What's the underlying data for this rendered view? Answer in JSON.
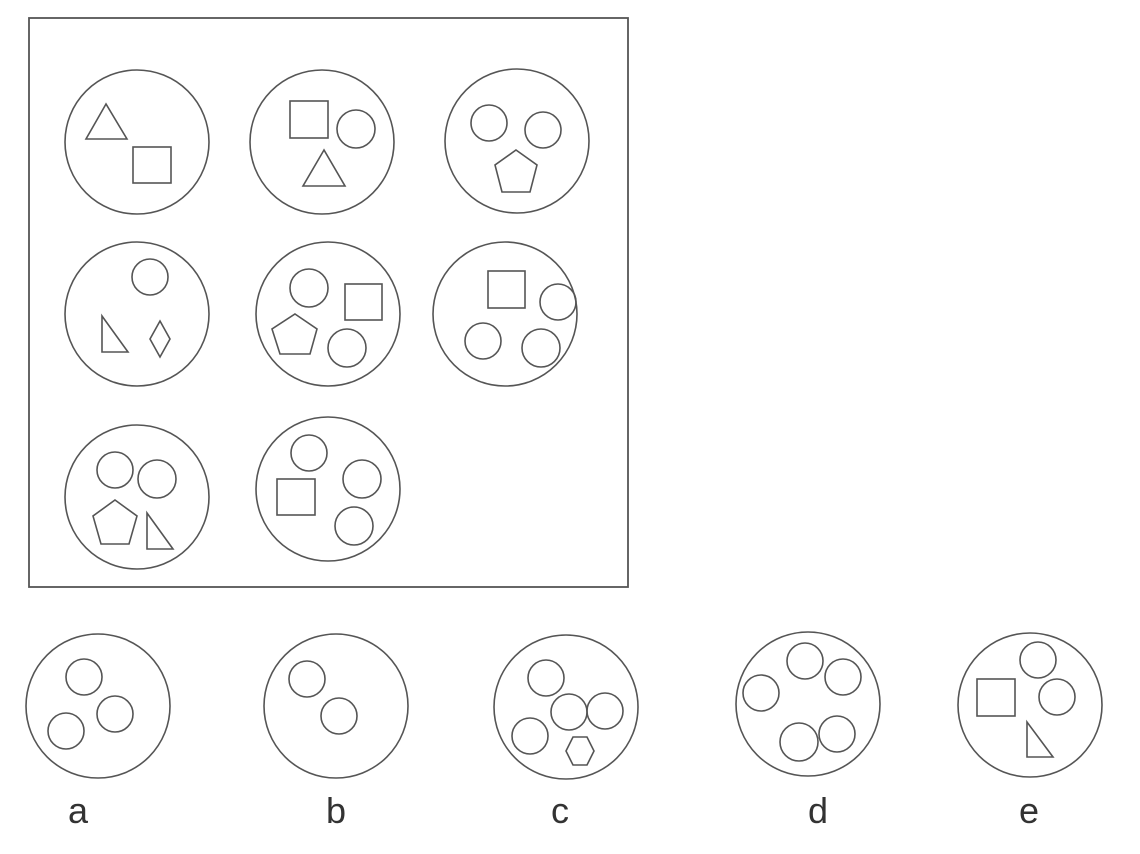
{
  "puzzle": {
    "grid": [
      {
        "row": 1,
        "col": 1,
        "shapes": [
          "triangle",
          "square"
        ]
      },
      {
        "row": 1,
        "col": 2,
        "shapes": [
          "square",
          "circle",
          "triangle"
        ]
      },
      {
        "row": 1,
        "col": 3,
        "shapes": [
          "circle",
          "circle",
          "pentagon"
        ]
      },
      {
        "row": 2,
        "col": 1,
        "shapes": [
          "circle",
          "right-triangle",
          "diamond"
        ]
      },
      {
        "row": 2,
        "col": 2,
        "shapes": [
          "circle",
          "square",
          "pentagon",
          "circle"
        ]
      },
      {
        "row": 2,
        "col": 3,
        "shapes": [
          "square",
          "circle",
          "circle",
          "circle"
        ]
      },
      {
        "row": 3,
        "col": 1,
        "shapes": [
          "circle",
          "circle",
          "pentagon",
          "right-triangle"
        ]
      },
      {
        "row": 3,
        "col": 2,
        "shapes": [
          "circle",
          "square",
          "circle",
          "circle"
        ]
      },
      {
        "row": 3,
        "col": 3,
        "shapes": []
      }
    ],
    "options": [
      {
        "label": "a",
        "shapes": [
          "circle",
          "circle",
          "circle"
        ]
      },
      {
        "label": "b",
        "shapes": [
          "circle",
          "circle"
        ]
      },
      {
        "label": "c",
        "shapes": [
          "circle",
          "circle",
          "circle",
          "circle",
          "hexagon"
        ]
      },
      {
        "label": "d",
        "shapes": [
          "circle",
          "circle",
          "circle",
          "circle",
          "circle"
        ]
      },
      {
        "label": "e",
        "shapes": [
          "circle",
          "circle",
          "square",
          "right-triangle"
        ]
      }
    ]
  }
}
